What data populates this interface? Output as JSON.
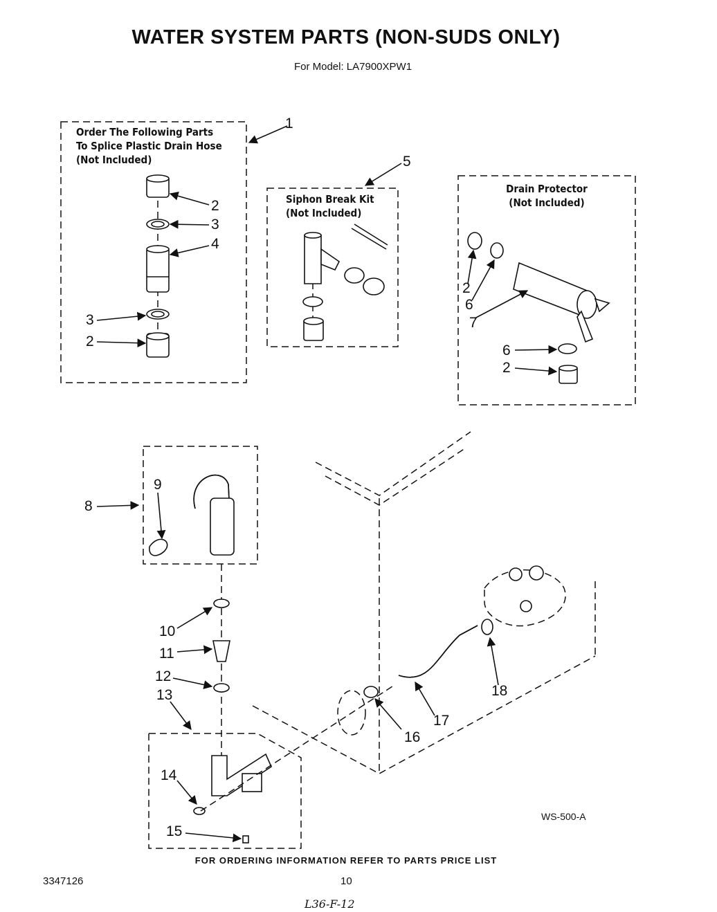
{
  "title": "WATER SYSTEM PARTS  (NON-SUDS ONLY)",
  "subtitle": "For Model: LA7900XPW1",
  "boxes": {
    "splice": {
      "line1": "Order The Following Parts",
      "line2": "To Splice Plastic Drain Hose",
      "line3": "(Not Included)"
    },
    "siphon": {
      "line1": "Siphon Break Kit",
      "line2": "(Not Included)"
    },
    "drain_protector": {
      "line1": "Drain Protector",
      "line2": "(Not Included)"
    }
  },
  "callouts": {
    "n1": "1",
    "n2a": "2",
    "n3a": "3",
    "n4": "4",
    "n3b": "3",
    "n2b": "2",
    "n5": "5",
    "n2c": "2",
    "n6a": "6",
    "n7": "7",
    "n6b": "6",
    "n2d": "2",
    "n8": "8",
    "n9": "9",
    "n10": "10",
    "n11": "11",
    "n12": "12",
    "n13": "13",
    "n14": "14",
    "n15": "15",
    "n16": "16",
    "n17": "17",
    "n18": "18"
  },
  "figure_code": "WS-500-A",
  "footer": "FOR ORDERING INFORMATION REFER TO PARTS PRICE LIST",
  "doc_number": "3347126",
  "page_number": "10",
  "handwritten_note": "L36-F-12"
}
